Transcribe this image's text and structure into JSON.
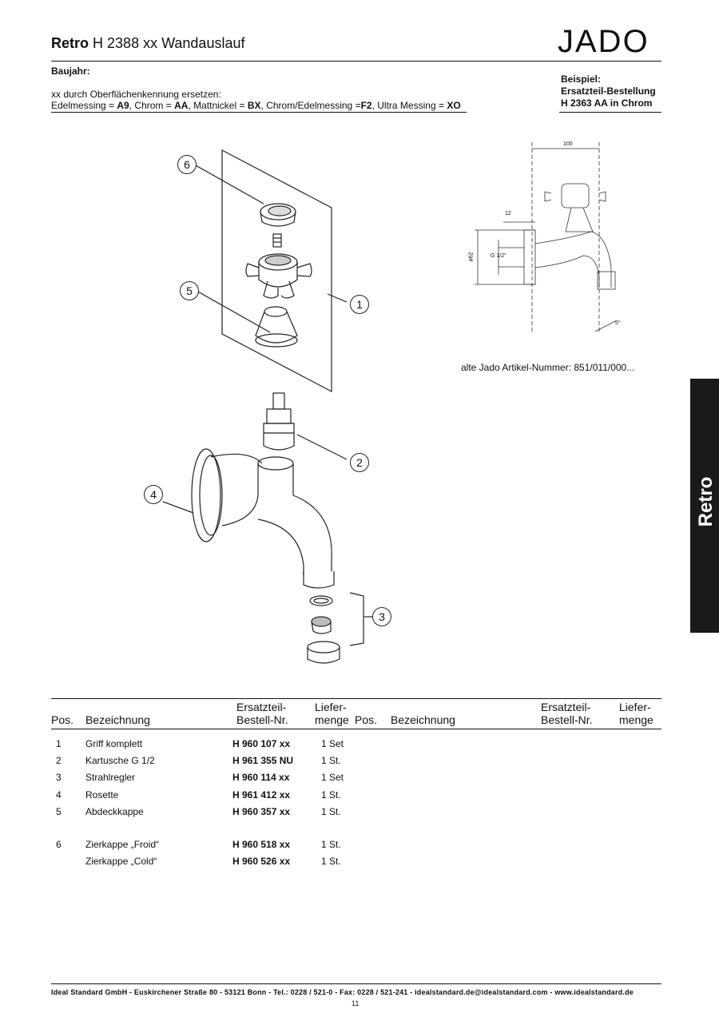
{
  "header": {
    "title_bold": "Retro",
    "title_rest": "H 2388 xx Wandauslauf",
    "logo": "JADO",
    "baujahr": "Baujahr:",
    "replace_note": "xx durch Oberflächenkennung ersetzen:",
    "finishes": [
      {
        "name": "Edelmessing",
        "code": "A9"
      },
      {
        "name": "Chrom",
        "code": "AA"
      },
      {
        "name": "Mattnickel",
        "code": "BX"
      },
      {
        "name": "Chrom/Edelmessing",
        "code": "F2"
      },
      {
        "name": "Ultra Messing",
        "code": "XO"
      }
    ],
    "example_title": "Beispiel:",
    "example_line2": "Ersatzteil-Bestellung",
    "example_line3": "H 2363 AA in Chrom"
  },
  "side_tab": "Retro",
  "old_number": "alte Jado Artikel-Nummer: 851/011/000...",
  "drawing_dims": {
    "width": "100",
    "depth": "12",
    "diameter": "ø62",
    "thread": "G 1/2\"",
    "angle": "5°"
  },
  "callouts": [
    "1",
    "2",
    "3",
    "4",
    "5",
    "6"
  ],
  "table": {
    "col_pos": "Pos.",
    "col_name": "Bezeichnung",
    "col_nr_1": "Ersatzteil-",
    "col_nr_2": "Bestell-Nr.",
    "col_qty_1": "Liefer-",
    "col_qty_2": "menge",
    "rows": [
      {
        "pos": "1",
        "name": "Griff komplett",
        "nr": "H 960 107 xx",
        "qty": "1 Set"
      },
      {
        "pos": "2",
        "name": "Kartusche  G 1/2",
        "nr": "H 961 355 NU",
        "qty": "1 St."
      },
      {
        "pos": "3",
        "name": "Strahlregler",
        "nr": "H 960 114 xx",
        "qty": "1 Set"
      },
      {
        "pos": "4",
        "name": "Rosette",
        "nr": "H 961 412 xx",
        "qty": "1 St."
      },
      {
        "pos": "5",
        "name": "Abdeckkappe",
        "nr": "H 960 357 xx",
        "qty": "1 St."
      },
      {
        "pos": "6",
        "name": "Zierkappe „Froid“",
        "nr": "H 960 518 xx",
        "qty": "1 St."
      },
      {
        "pos": "",
        "name": "Zierkappe „Cold“",
        "nr": "H 960 526 xx",
        "qty": "1 St."
      }
    ]
  },
  "footer": "Ideal Standard GmbH - Euskirchener Straße 80 - 53121 Bonn - Tel.: 0228 / 521-0 - Fax: 0228 / 521-241 - idealstandard.de@idealstandard.com - www.idealstandard.de",
  "page_number": "11"
}
